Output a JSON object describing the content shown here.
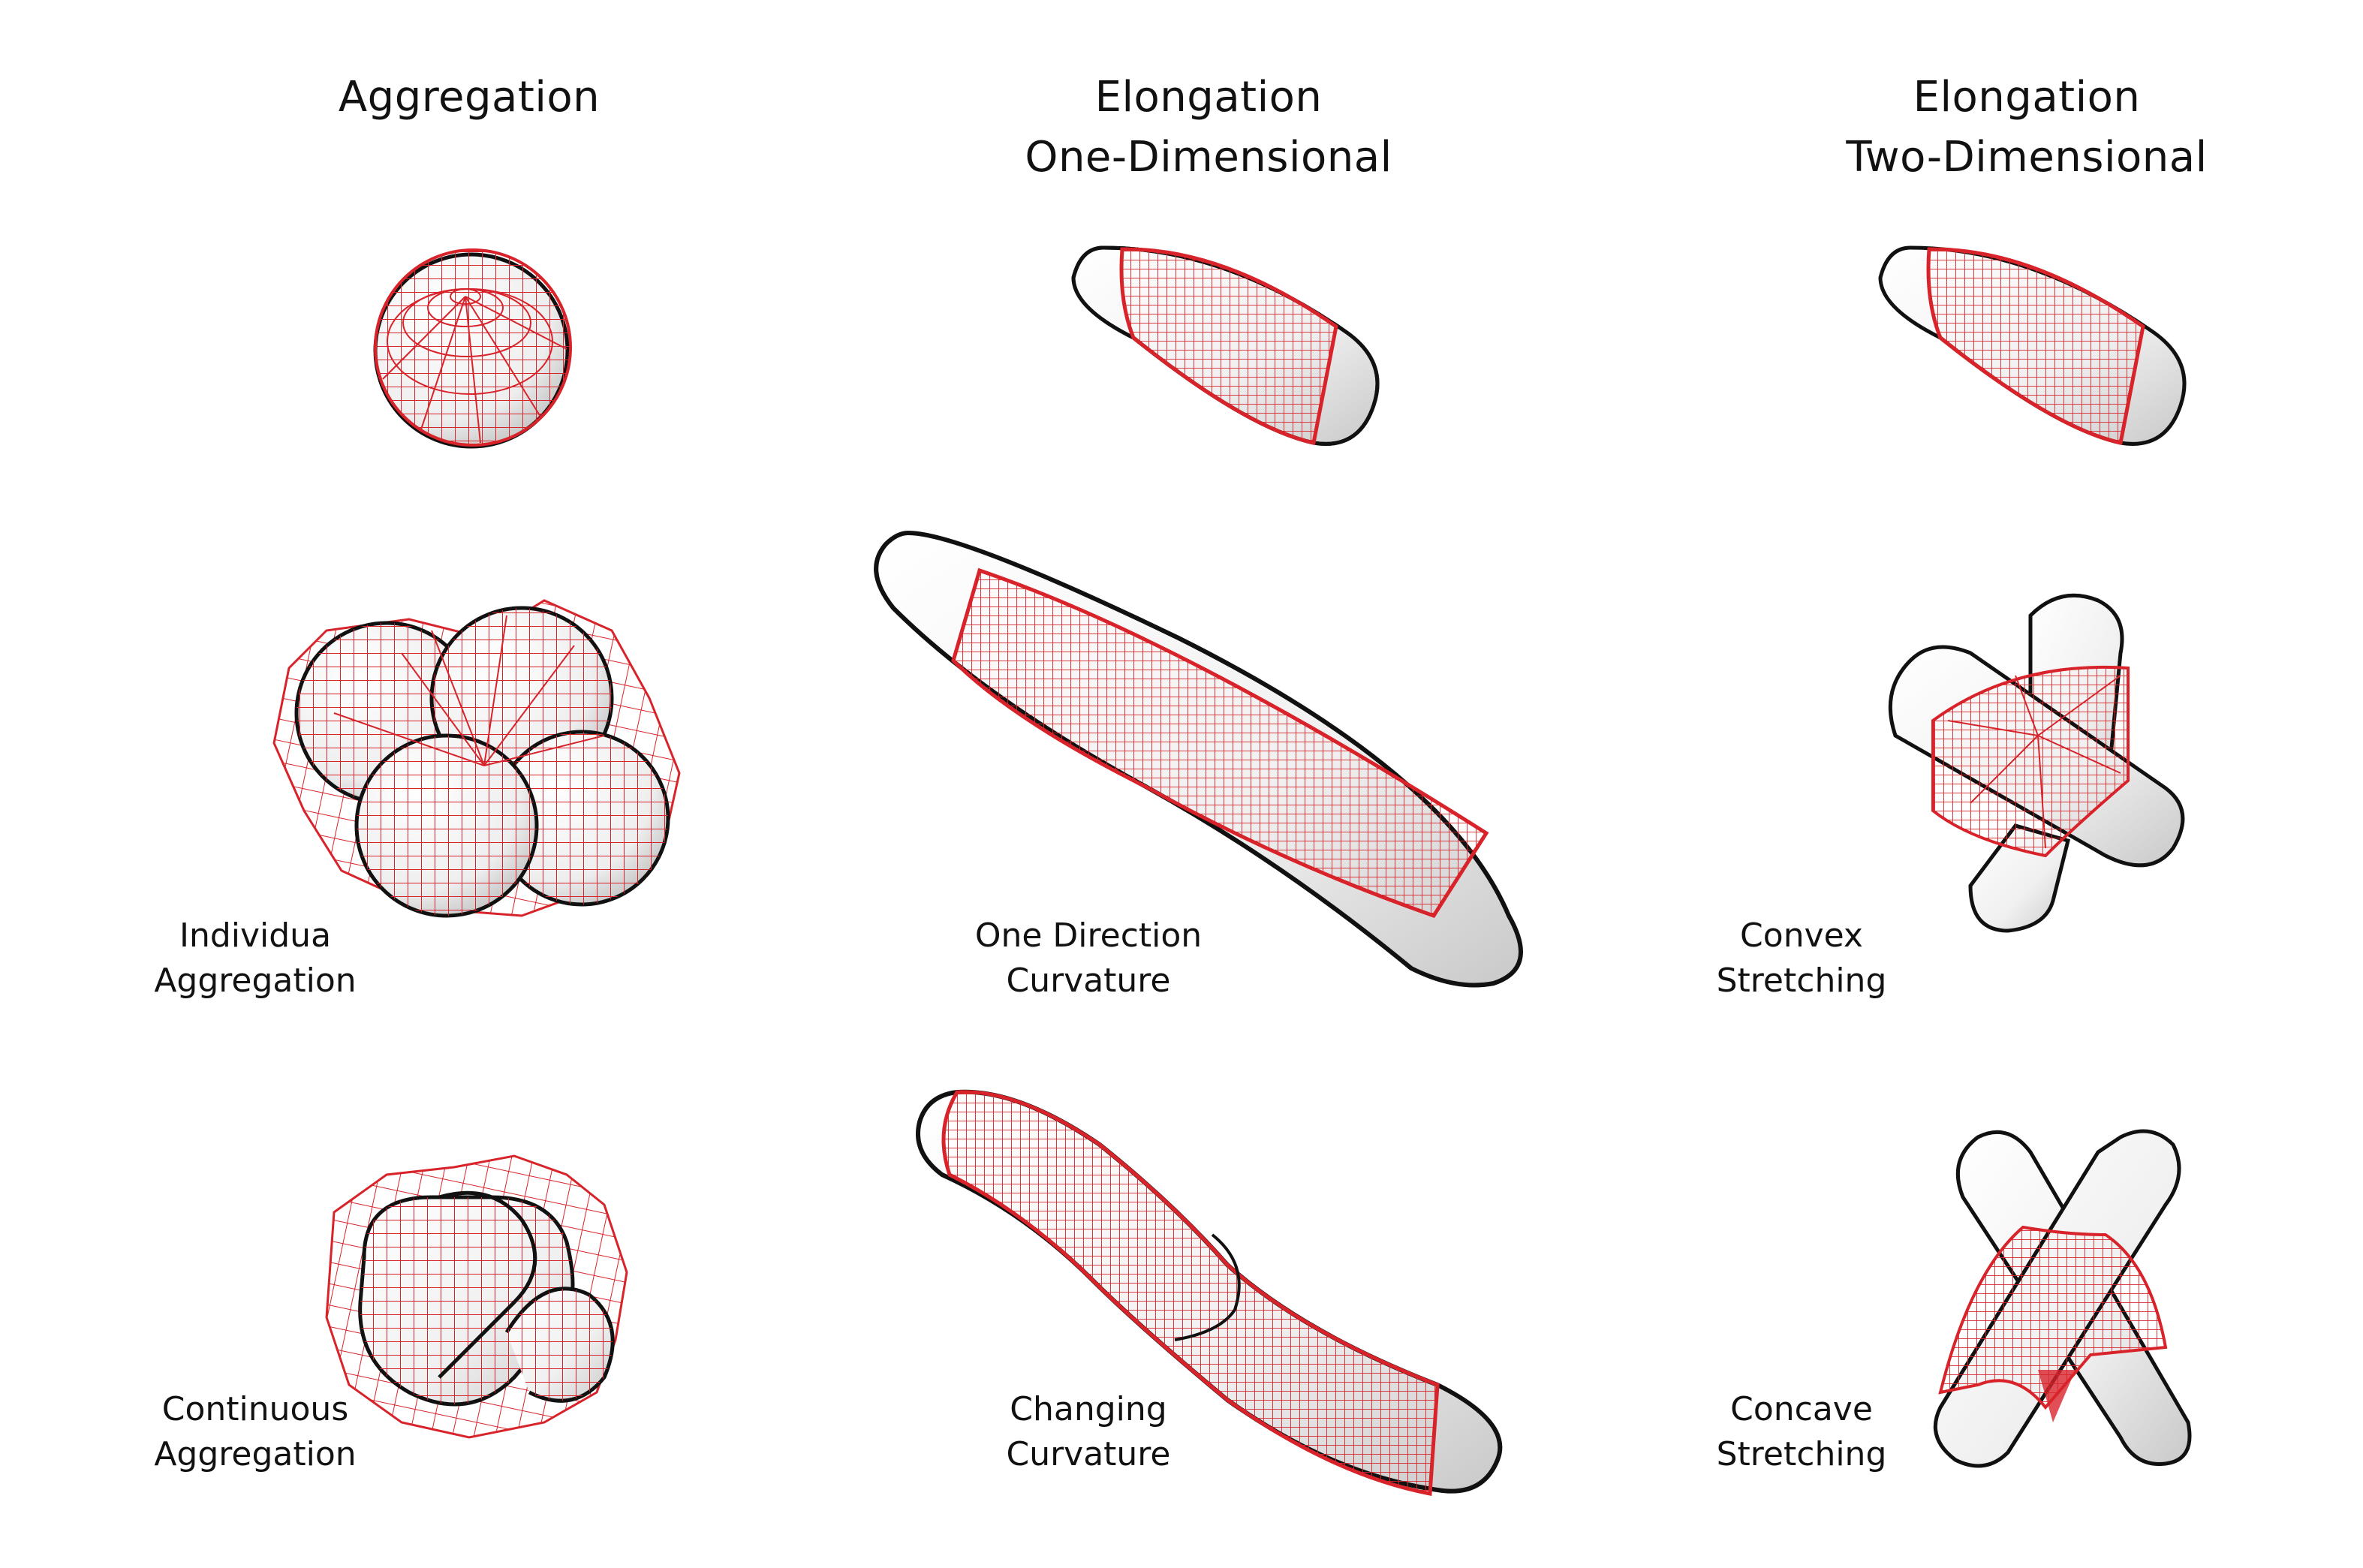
{
  "columns": [
    {
      "title_lines": [
        "Aggregation"
      ]
    },
    {
      "title_lines": [
        "Elongation",
        "One-Dimensional"
      ]
    },
    {
      "title_lines": [
        "Elongation",
        "Two-Dimensional"
      ]
    }
  ],
  "captions": {
    "individual": [
      "Individua",
      "Aggregation"
    ],
    "continuous": [
      "Continuous",
      "Aggregation"
    ],
    "one_direction": [
      "One Direction",
      "Curvature"
    ],
    "changing": [
      "Changing",
      "Curvature"
    ],
    "convex": [
      "Convex",
      "Stretching"
    ],
    "concave": [
      "Concave",
      "Stretching"
    ]
  },
  "colors": {
    "mesh": "#d8232a",
    "outline": "#111111",
    "solid_fill": "#f2f2f2",
    "solid_shade": "#cfcfcf"
  }
}
